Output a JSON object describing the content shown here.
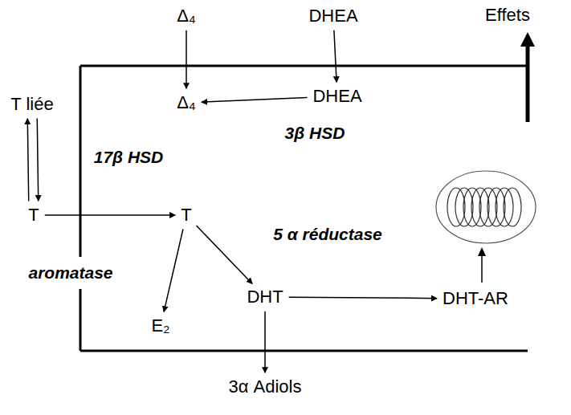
{
  "diagram": {
    "nodes": [
      {
        "text": [
          "Δ₄"
        ]
      },
      {
        "text": [
          "DHEA"
        ]
      },
      {
        "text": [
          "Effets"
        ]
      },
      {
        "text": [
          "T liée"
        ]
      },
      {
        "text": [
          "DHEA"
        ]
      },
      {
        "text": [
          "Δ₄"
        ]
      },
      {
        "text": [
          "T"
        ]
      },
      {
        "text": [
          "T"
        ]
      },
      {
        "text": [
          "DHT"
        ]
      },
      {
        "text": [
          "DHT-AR"
        ]
      },
      {
        "text": [
          "E₂"
        ]
      },
      {
        "text": [
          "3α Adiols"
        ]
      }
    ],
    "edges": [
      {
        "from": 0,
        "to": 5,
        "arrow": "to"
      },
      {
        "from": 1,
        "to": 4,
        "arrow": "to"
      },
      {
        "from": 4,
        "to": 5,
        "arrow": "to"
      },
      {
        "from": 3,
        "to": 6,
        "arrow": "to"
      },
      {
        "from": 6,
        "to": 3,
        "arrow": "to"
      },
      {
        "from": 6,
        "to": 7,
        "arrow": "to"
      },
      {
        "from": 7,
        "to": 10,
        "arrow": "to"
      },
      {
        "from": 7,
        "to": 8,
        "arrow": "to"
      },
      {
        "from": 8,
        "to": 9,
        "arrow": "to"
      },
      {
        "from": 8,
        "to": 11,
        "arrow": "to"
      }
    ],
    "labels": [
      "17β HSD",
      "3β HSD",
      "5 α réductase",
      "aromatase"
    ]
  }
}
